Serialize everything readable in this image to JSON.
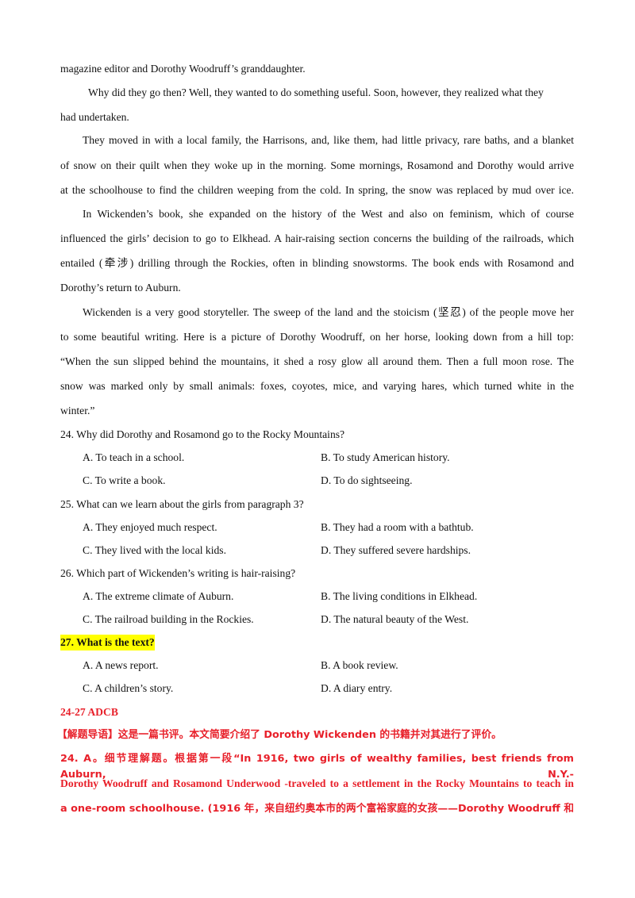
{
  "passage": {
    "p0_l1": "magazine editor and Dorothy Woodruff’s granddaughter.",
    "p1_l1": "Why did they go then? Well, they wanted to do something useful. Soon, however, they realized what they",
    "p1_l2": "had undertaken.",
    "p2_l1": "They moved in with a local family, the Harrisons, and, like them, had little privacy, rare baths, and a blanket",
    "p2_l2": "of snow on their quilt when they woke up in the morning. Some mornings, Rosamond and Dorothy would arrive",
    "p2_l3": "at the schoolhouse to find the children weeping from the cold. In spring, the snow was replaced by mud over ice.",
    "p3_l1": "In Wickenden’s book, she expanded on the history of the West and also on feminism, which of course",
    "p3_l2": "influenced the girls’ decision to go to Elkhead. A hair-raising section concerns the building of the railroads, which",
    "p3_l3": "entailed (牵涉) drilling through the Rockies, often in blinding snowstorms. The book ends with Rosamond and",
    "p3_l4": "Dorothy’s return to Auburn.",
    "p4_l1": "Wickenden is a very good storyteller. The sweep of the land and the stoicism (坚忍) of the people move her",
    "p4_l2": "to some beautiful writing. Here is a picture of Dorothy Woodruff, on her horse, looking down from a hill top:",
    "p4_l3": "“When the sun slipped behind the mountains, it shed a rosy glow all around them. Then a full moon rose. The",
    "p4_l4": "snow was marked only by small animals: foxes, coyotes, mice, and varying hares, which turned white in the",
    "p4_l5": "winter.”"
  },
  "questions": [
    {
      "stem": "24.  Why did Dorothy and Rosamond go to the Rocky Mountains?",
      "a": "A.  To teach in a school.",
      "b": "B.  To study American history.",
      "c": "C.  To write a book.",
      "d": "D.  To do sightseeing."
    },
    {
      "stem": "25.  What can we learn about the girls from paragraph 3?",
      "a": "A.  They enjoyed much respect.",
      "b": "B.  They had a room with a bathtub.",
      "c": "C. They lived with the local kids.",
      "d": "D.  They suffered severe hardships."
    },
    {
      "stem": "26.  Which part of Wickenden’s writing is hair-raising?",
      "a": "A.  The extreme climate of Auburn.",
      "b": "B.  The living conditions in Elkhead.",
      "c": "C.  The railroad building in the Rockies.",
      "d": "D.  The natural beauty of the West."
    },
    {
      "stem": "27.  What is the text?",
      "a": "A.  A news report.",
      "b": "B.  A book review.",
      "c": "C.  A children’s story.",
      "d": "D.  A diary entry."
    }
  ],
  "answers": {
    "key": "24-27  ADCB",
    "guide": "【解题导语】这是一篇书评。本文简要介绍了 Dorothy Wickenden 的书籍并对其进行了评价。",
    "a24_l1": "24.  A。细节理解题。根据第一段“In 1916, two girls of wealthy families, best friends from Auburn, N.Y.-",
    "a24_l2": "Dorothy Woodruff and Rosamond Underwood -traveled to a settlement in the Rocky Mountains to teach in",
    "a24_l3": "a  one-room schoolhouse. (1916 年，来自纽约奥本市的两个富裕家庭的女孩——Dorothy Woodruff 和"
  },
  "colors": {
    "answer_red": "#e8202a",
    "highlight": "#ffff00"
  }
}
